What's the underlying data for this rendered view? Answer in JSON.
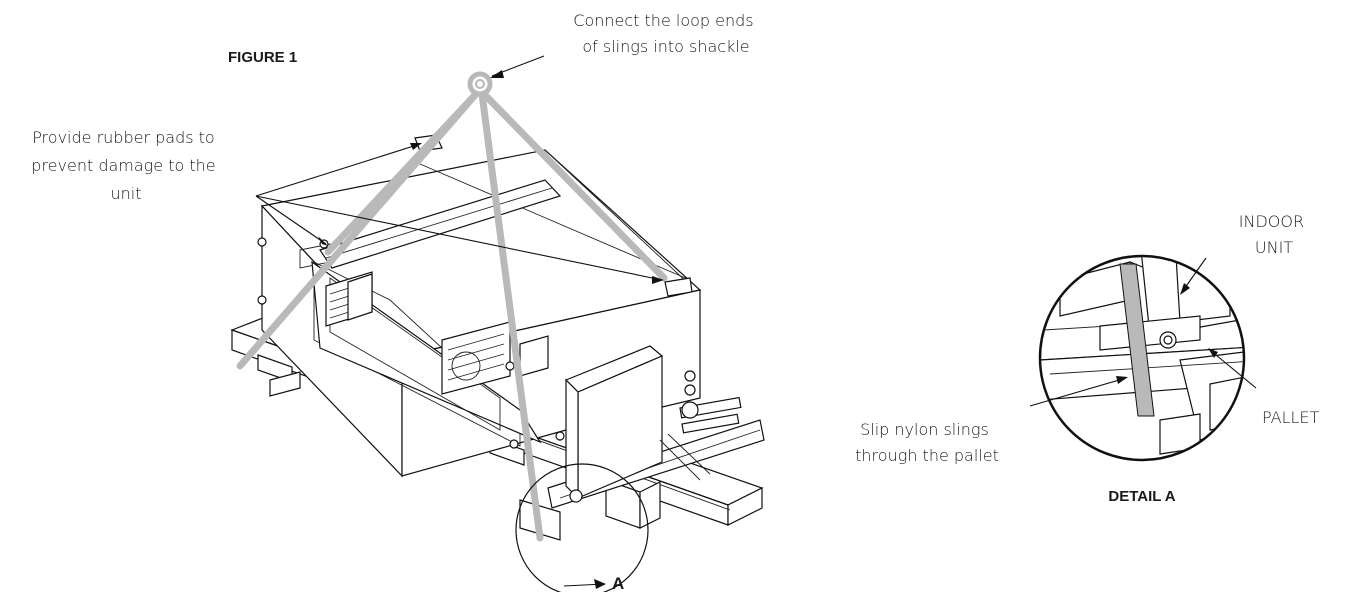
{
  "figure": {
    "title": "FIGURE 1",
    "shackle_note": [
      "Connect the loop ends",
      "of slings into shackle"
    ],
    "pads_note": [
      "Provide rubber pads to",
      "prevent damage to the",
      "unit"
    ],
    "detail_callout": "A"
  },
  "detail": {
    "title": "DETAIL A",
    "indoor_unit": [
      "INDOOR",
      "UNIT"
    ],
    "pallet": "PALLET",
    "slings_note": [
      "Slip nylon slings",
      "through the pallet"
    ]
  },
  "colors": {
    "line": "#111111",
    "sling": "#b9b9b9",
    "background": "#ffffff"
  }
}
